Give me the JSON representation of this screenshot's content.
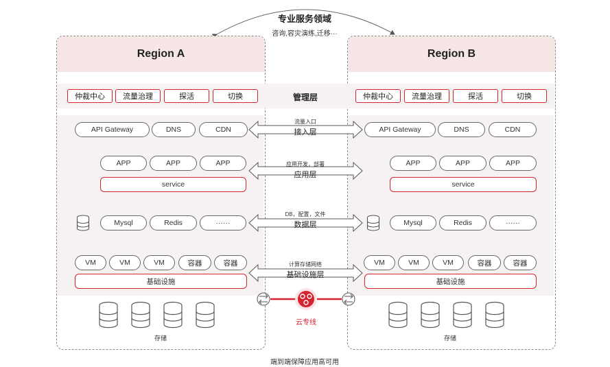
{
  "top": {
    "title": "专业服务领域",
    "subtitle": "咨询,容灾演练,迁移···"
  },
  "regions": [
    {
      "name": "Region A"
    },
    {
      "name": "Region B"
    }
  ],
  "management": {
    "label": "管理层",
    "items": [
      "仲裁中心",
      "流量治理",
      "探活",
      "切换"
    ]
  },
  "access": {
    "arrow_top": "流量入口",
    "arrow_main": "接入层",
    "items": [
      "API Gateway",
      "DNS",
      "CDN"
    ]
  },
  "application": {
    "arrow_top": "应用开发，部署",
    "arrow_main": "应用层",
    "apps": [
      "APP",
      "APP",
      "APP"
    ],
    "service": "service"
  },
  "data": {
    "arrow_top": "DB，配置，文件",
    "arrow_main": "数据层",
    "items": [
      "Mysql",
      "Redis",
      "······"
    ]
  },
  "infra": {
    "arrow_top": "计算存储网络",
    "arrow_main": "基础设施层",
    "items": [
      "VM",
      "VM",
      "VM",
      "容器",
      "容器"
    ],
    "bar": "基础设施"
  },
  "storage": {
    "label": "存储"
  },
  "cloud_line": {
    "label": "云专线"
  },
  "footer": {
    "caption": "端到端保障应用高可用"
  },
  "colors": {
    "accent": "#d5232f",
    "header_bg": "#f6e6e6",
    "band_bg": "#f7f2f2"
  },
  "icons": [
    "database-icon",
    "router-icon",
    "cloud-line-icon",
    "double-arrow-icon",
    "curved-arrow-icon"
  ]
}
